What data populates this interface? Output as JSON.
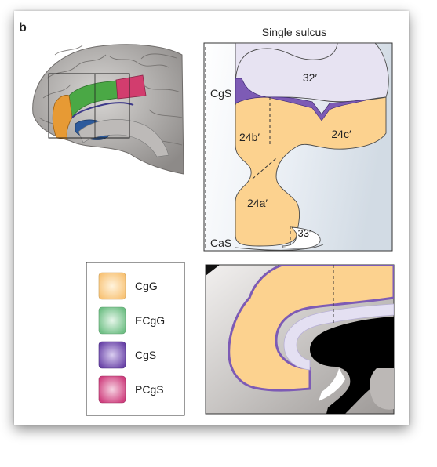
{
  "panel_label": "b",
  "title": "Single sulcus",
  "regions": {
    "r32": "32′",
    "r24b": "24b′",
    "r24c": "24c′",
    "r24a": "24a′",
    "r33": "33′"
  },
  "sulci": {
    "cgs": "CgS",
    "cas": "CaS"
  },
  "legend": [
    {
      "label": "CgG",
      "color": "#fcd28f"
    },
    {
      "label": "ECgG",
      "color": "#8fcf9f"
    },
    {
      "label": "CgS",
      "color": "#7d5bb5"
    },
    {
      "label": "PCgS",
      "color": "#d8528a"
    }
  ]
}
